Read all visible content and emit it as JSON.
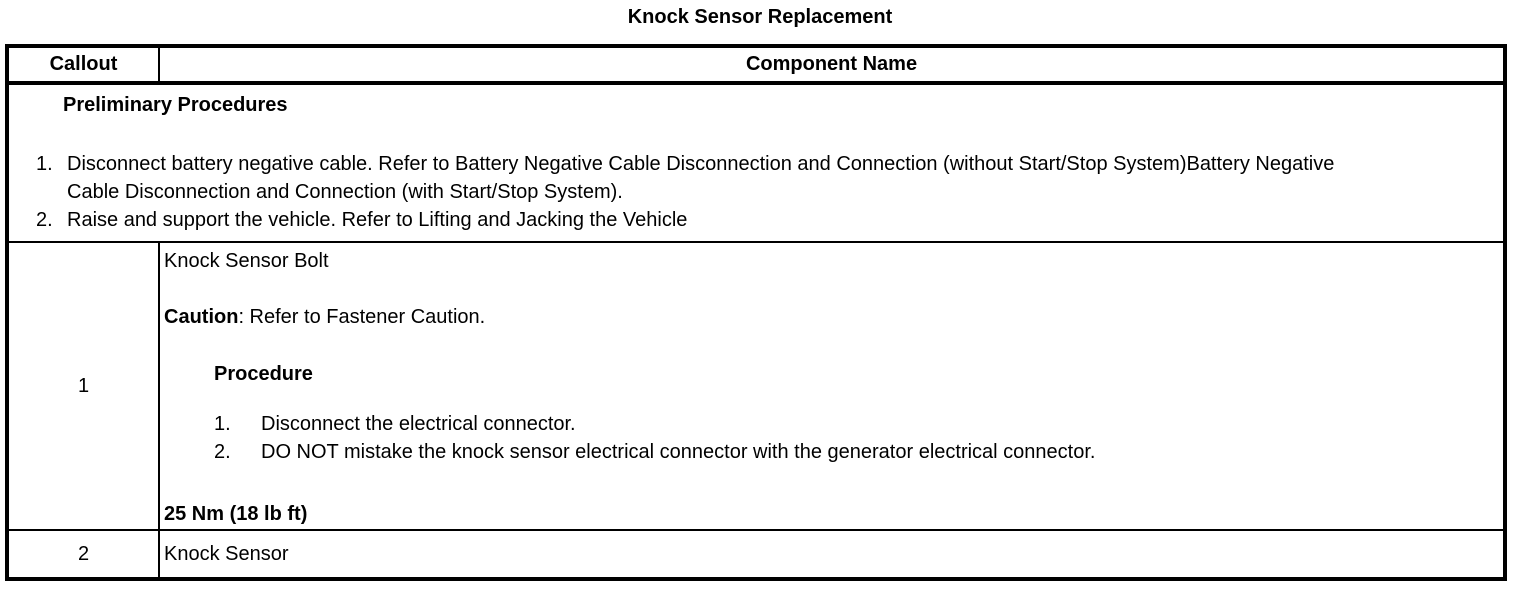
{
  "colors": {
    "text": "#000000",
    "border": "#000000",
    "background": "#ffffff"
  },
  "page": {
    "title": "Knock Sensor Replacement"
  },
  "table": {
    "headers": {
      "callout": "Callout",
      "component": "Component Name"
    },
    "preliminary": {
      "heading": "Preliminary Procedures",
      "steps": [
        {
          "num": "1.",
          "text": "Disconnect battery negative cable. Refer to Battery Negative Cable Disconnection and Connection (without Start/Stop System)Battery Negative Cable Disconnection and Connection (with Start/Stop System)."
        },
        {
          "num": "2.",
          "text": "Raise and support the vehicle. Refer to Lifting and Jacking the Vehicle"
        }
      ]
    },
    "rows": [
      {
        "callout": "1",
        "component_title": "Knock Sensor Bolt",
        "caution_label": "Caution",
        "caution_text": ": Refer to Fastener Caution.",
        "procedure_heading": "Procedure",
        "procedure_steps": [
          {
            "num": "1.",
            "text": "Disconnect the electrical connector."
          },
          {
            "num": "2.",
            "text": "DO NOT mistake the knock sensor electrical connector with the generator electrical connector."
          }
        ],
        "torque": "25 Nm (18 lb ft)"
      },
      {
        "callout": "2",
        "component": "Knock Sensor"
      }
    ]
  }
}
